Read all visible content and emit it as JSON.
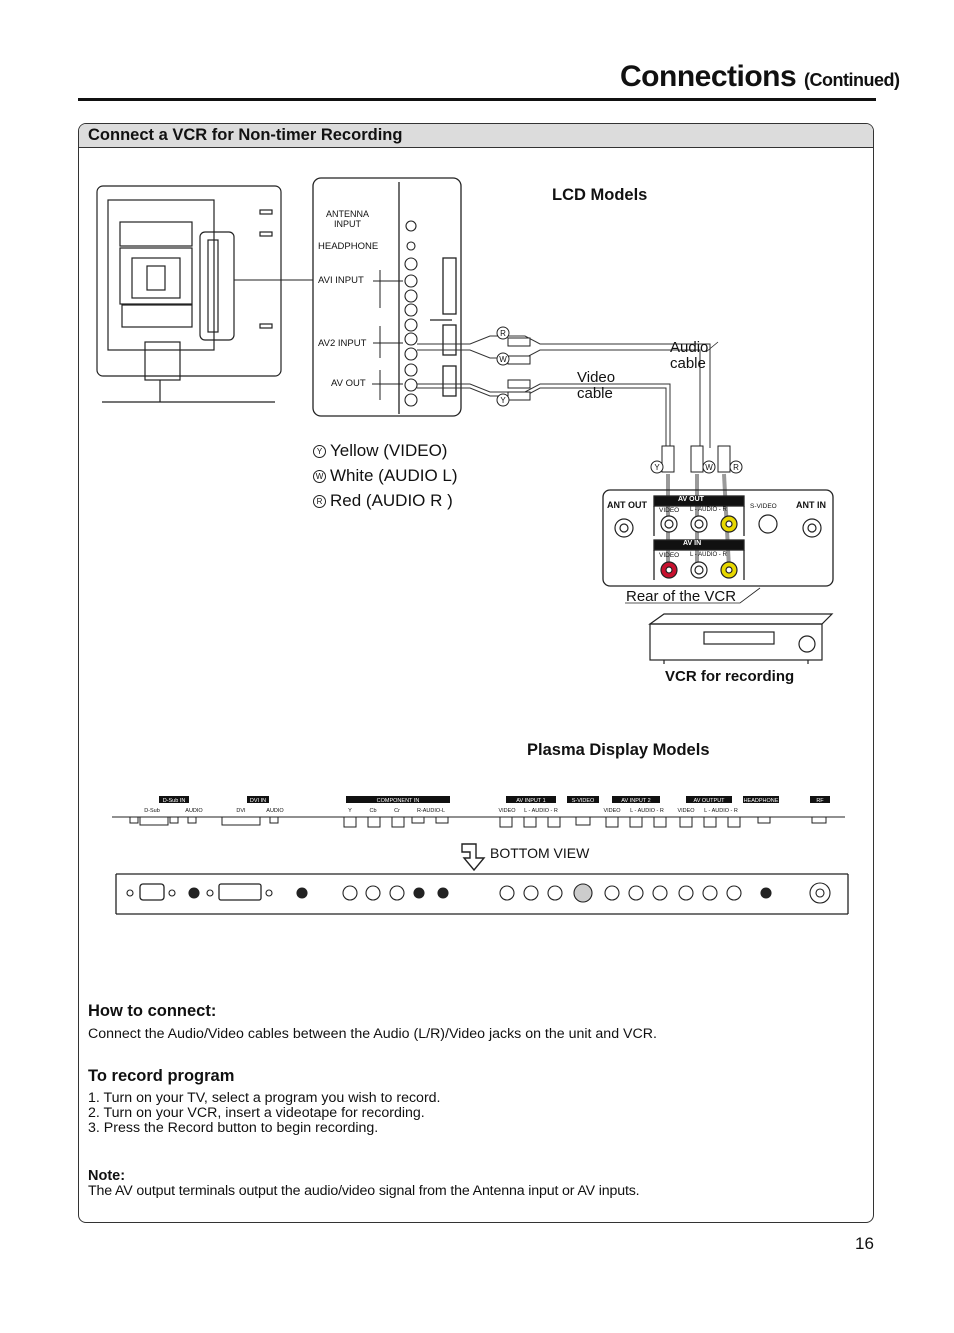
{
  "header": {
    "title": "Connections",
    "subtitle": "(Continued)"
  },
  "section": {
    "title": "Connect a VCR  for Non-timer Recording"
  },
  "lcd": {
    "heading": "LCD Models",
    "panel_labels": {
      "antenna": "ANTENNA INPUT",
      "antenna_l1": "ANTENNA",
      "antenna_l2": "INPUT",
      "headphone": "HEADPHONE",
      "av1": "AVI INPUT",
      "av2": "AV2 INPUT",
      "avout": "AV OUT"
    },
    "audio_cable": "Audio cable",
    "audio_cable_l1": "Audio",
    "audio_cable_l2": "cable",
    "video_cable": "Video cable",
    "video_cable_l1": "Video",
    "video_cable_l2": "cable",
    "legend": [
      {
        "letter": "Y",
        "text": "Yellow (VIDEO)"
      },
      {
        "letter": "W",
        "text": "White (AUDIO L)"
      },
      {
        "letter": "R",
        "text": "Red (AUDIO R )"
      }
    ]
  },
  "vcr": {
    "ant_out": "ANT OUT",
    "ant_in": "ANT IN",
    "av_out": "AV OUT",
    "av_in": "AV IN",
    "video": "VIDEO",
    "audio_lr": "L - AUDIO - R",
    "svideo": "S-VIDEO",
    "rear_label": "Rear of the VCR",
    "caption": "VCR for recording",
    "plug_letters": [
      "Y",
      "W",
      "R"
    ]
  },
  "plasma": {
    "heading": "Plasma Display Models",
    "bottom_view": "BOTTOM VIEW",
    "groups": [
      "D-Sub IN",
      "DVI IN",
      "COMPONENT IN",
      "AV  INPUT 1",
      "S-VIDEO",
      "AV  INPUT 2",
      "AV  OUTPUT",
      "HEADPHONE",
      "RF"
    ],
    "sublabels": [
      "D-Sub",
      "AUDIO",
      "DVI",
      "AUDIO",
      "Y",
      "Cb",
      "Cr",
      "R-AUDIO-L",
      "VIDEO",
      "L - AUDIO - R",
      "VIDEO",
      "L - AUDIO - R",
      "VIDEO",
      "L - AUDIO - R"
    ]
  },
  "how_to": {
    "heading": "How to connect:",
    "text": "Connect the Audio/Video cables between the Audio (L/R)/Video jacks on the unit and VCR."
  },
  "record": {
    "heading": "To record program",
    "steps": [
      "1. Turn on your TV, select a program you wish to record.",
      "2. Turn on your VCR, insert a videotape for recording.",
      "3. Press the Record button to begin recording."
    ]
  },
  "note": {
    "heading": "Note:",
    "text": "The AV output terminals output the audio/video signal from the Antenna input or AV inputs."
  },
  "page_number": "16",
  "colors": {
    "red_jack": "#c8102e",
    "yellow_jack": "#e8d800",
    "header_bg": "#dcdcdc",
    "cable_gray": "#999999"
  }
}
